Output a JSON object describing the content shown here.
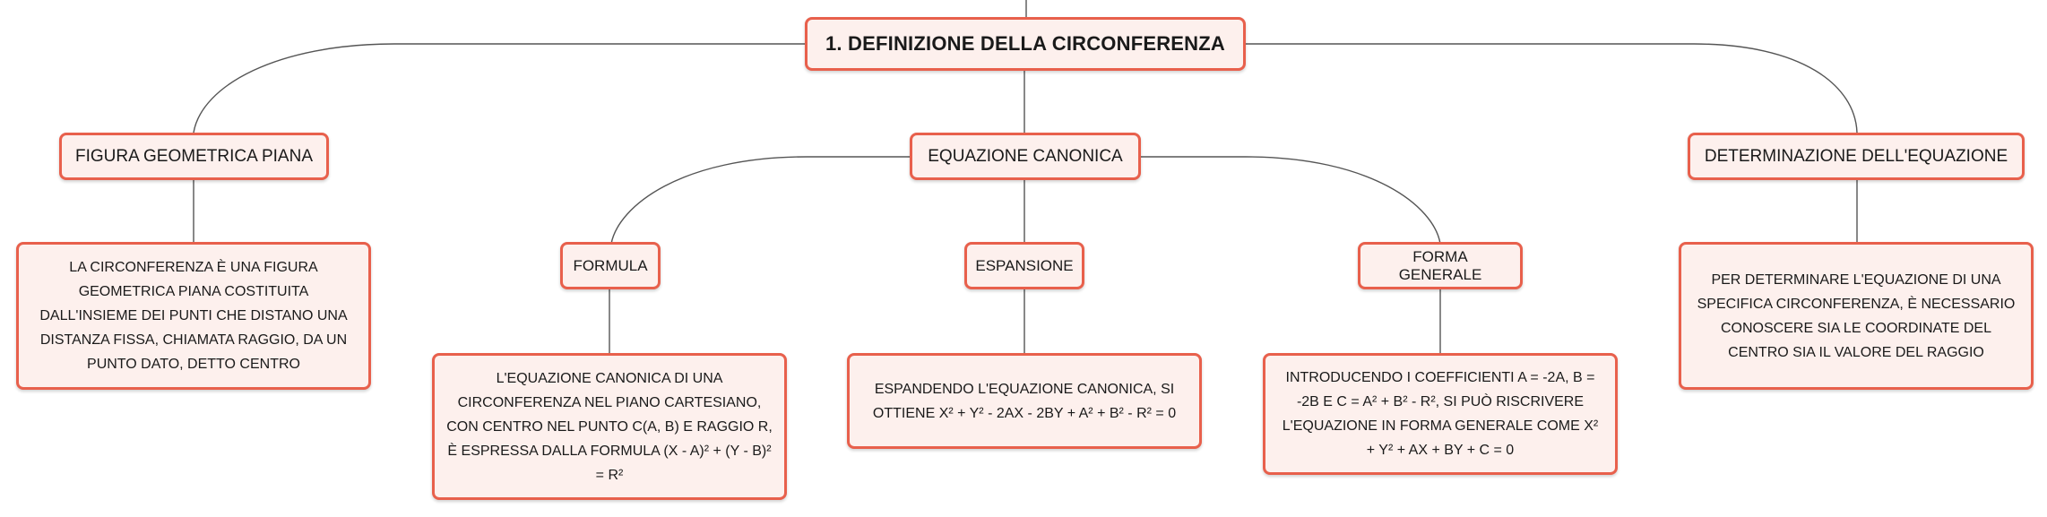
{
  "diagram": {
    "root": {
      "label": "1. DEFINIZIONE DELLA CIRCONFERENZA"
    },
    "figura": {
      "label": "FIGURA GEOMETRICA PIANA",
      "text": "LA CIRCONFERENZA È UNA FIGURA GEOMETRICA PIANA COSTITUITA DALL'INSIEME DEI PUNTI CHE DISTANO UNA DISTANZA FISSA, CHIAMATA RAGGIO, DA UN PUNTO DATO, DETTO CENTRO"
    },
    "equazione": {
      "label": "EQUAZIONE CANONICA",
      "formula": {
        "label": "FORMULA",
        "text": "L'EQUAZIONE CANONICA DI UNA CIRCONFERENZA NEL PIANO CARTESIANO, CON CENTRO NEL PUNTO C(A, B) E RAGGIO R, È ESPRESSA DALLA FORMULA (X - A)² + (Y - B)² = R²"
      },
      "espansione": {
        "label": "ESPANSIONE",
        "text": "ESPANDENDO L'EQUAZIONE CANONICA, SI OTTIENE X² + Y² - 2AX - 2BY + A² + B² - R² = 0"
      },
      "forma_generale": {
        "label": "FORMA GENERALE",
        "text": "INTRODUCENDO I COEFFICIENTI A = -2A, B = -2B E C = A² + B² - R², SI PUÒ RISCRIVERE L'EQUAZIONE IN FORMA GENERALE COME X² + Y² + AX + BY + C = 0"
      }
    },
    "determinazione": {
      "label": "DETERMINAZIONE DELL'EQUAZIONE",
      "text": "PER DETERMINARE L'EQUAZIONE DI UNA SPECIFICA CIRCONFERENZA, È NECESSARIO CONOSCERE SIA LE COORDINATE DEL CENTRO SIA IL VALORE DEL RAGGIO"
    }
  }
}
